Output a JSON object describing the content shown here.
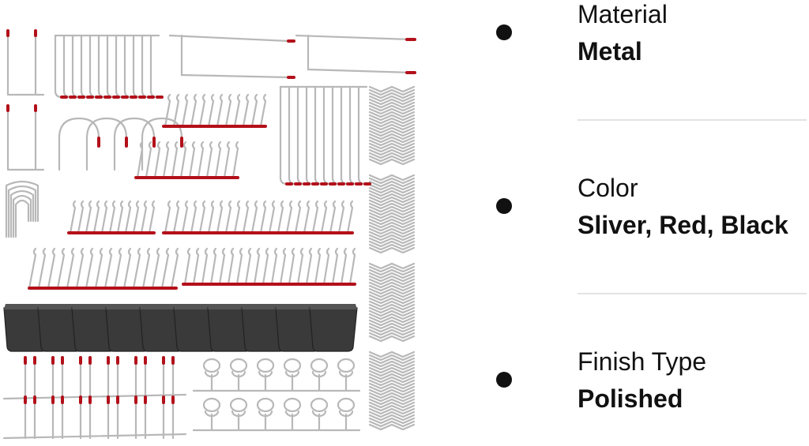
{
  "product_image": {
    "name": "pegboard hooks assortment",
    "colors": {
      "metal": "#b8b8b8",
      "tip": "#b3101a",
      "bin": "#3a3a3a"
    }
  },
  "specs": [
    {
      "label": "Material",
      "value": "Metal"
    },
    {
      "label": "Color",
      "value": "Sliver, Red, Black"
    },
    {
      "label": "Finish Type",
      "value": "Polished"
    }
  ],
  "colors": {
    "text": "#111111",
    "divider": "#e3e3e3",
    "background": "#ffffff"
  }
}
